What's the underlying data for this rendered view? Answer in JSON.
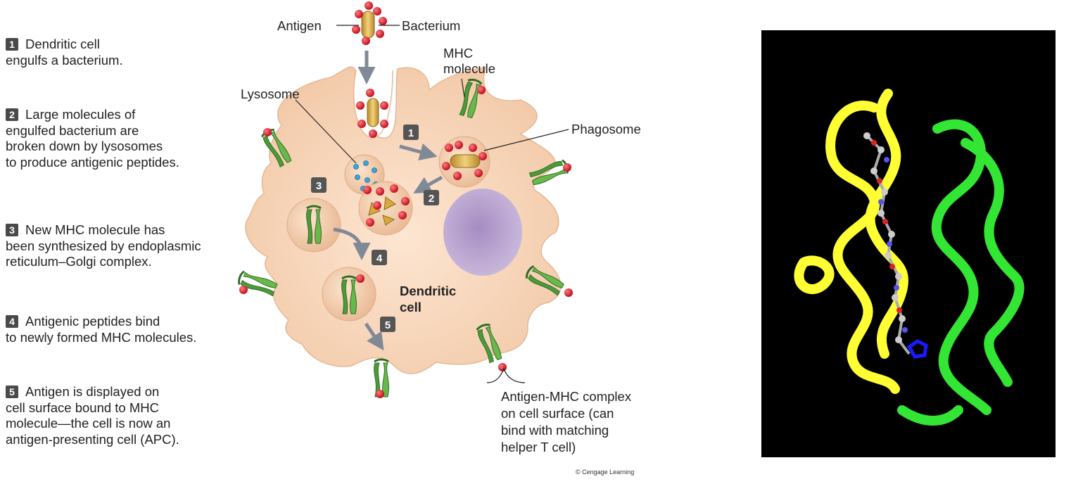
{
  "steps": [
    {
      "num": "1",
      "lines": [
        "Dendritic cell",
        "engulfs a bacterium."
      ]
    },
    {
      "num": "2",
      "lines": [
        "Large molecules of",
        "engulfed bacterium are",
        "broken down by lysosomes",
        "to produce antigenic peptides."
      ]
    },
    {
      "num": "3",
      "lines": [
        "New MHC molecule has",
        "been synthesized by endoplasmic",
        "reticulum–Golgi complex."
      ]
    },
    {
      "num": "4",
      "lines": [
        "Antigenic peptides bind",
        "to newly formed MHC molecules."
      ]
    },
    {
      "num": "5",
      "lines": [
        "Antigen is displayed on",
        "cell surface bound to MHC",
        "molecule—the cell is now an",
        "antigen-presenting cell (APC)."
      ]
    }
  ],
  "labels": {
    "antigen": "Antigen",
    "bacterium": "Bacterium",
    "mhc_line1": "MHC",
    "mhc_line2": "molecule",
    "lysosome": "Lysosome",
    "phagosome": "Phagosome",
    "dendritic_line1": "Dendritic",
    "dendritic_line2": "cell",
    "complex": [
      "Antigen-MHC complex",
      "on cell surface (can",
      "bind with matching",
      "helper T cell)"
    ]
  },
  "badges": [
    "1",
    "2",
    "3",
    "4",
    "5"
  ],
  "copyright": "© Cengage Learning",
  "colors": {
    "cell": "#f7d6bd",
    "nucleus": "#b49bc9",
    "mhc_green": "#4e9a3a",
    "antigen_red": "#d8232f",
    "bacterium_gold": "#d9a93a",
    "lysosome_blue": "#3aa6dc",
    "helix_yellow": "#ffff33",
    "helix_green": "#33e633",
    "panel_bg": "#000000"
  }
}
